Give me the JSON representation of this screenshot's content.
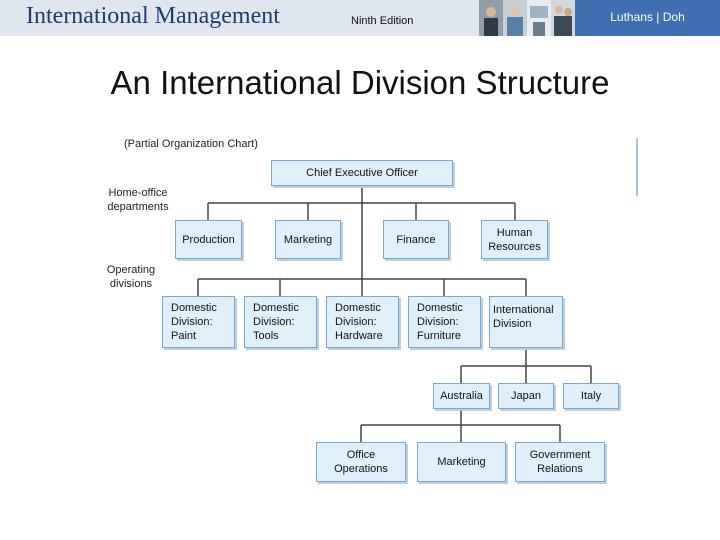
{
  "header": {
    "brand": "International Management",
    "edition": "Ninth Edition",
    "authors": "Luthans | Doh",
    "photos": [
      "business-people-photo",
      "workers-photo",
      "office-photo",
      "handshake-photo"
    ]
  },
  "slide": {
    "title": "An International Division Structure"
  },
  "diagram": {
    "note": "(Partial Organization Chart)",
    "labels": {
      "home_office": "Home-office\ndepartments",
      "operating": "Operating\ndivisions"
    },
    "ceo": "Chief Executive Officer",
    "departments": [
      "Production",
      "Marketing",
      "Finance",
      "Human\nResources"
    ],
    "divisions": [
      "Domestic\nDivision:\nPaint",
      "Domestic\nDivision:\nTools",
      "Domestic\nDivision:\nHardware",
      "Domestic\nDivision:\nFurniture",
      "International\nDivision"
    ],
    "countries": [
      "Australia",
      "Japan",
      "Italy"
    ],
    "subunits": [
      "Office\nOperations",
      "Marketing",
      "Government\nRelations"
    ]
  }
}
